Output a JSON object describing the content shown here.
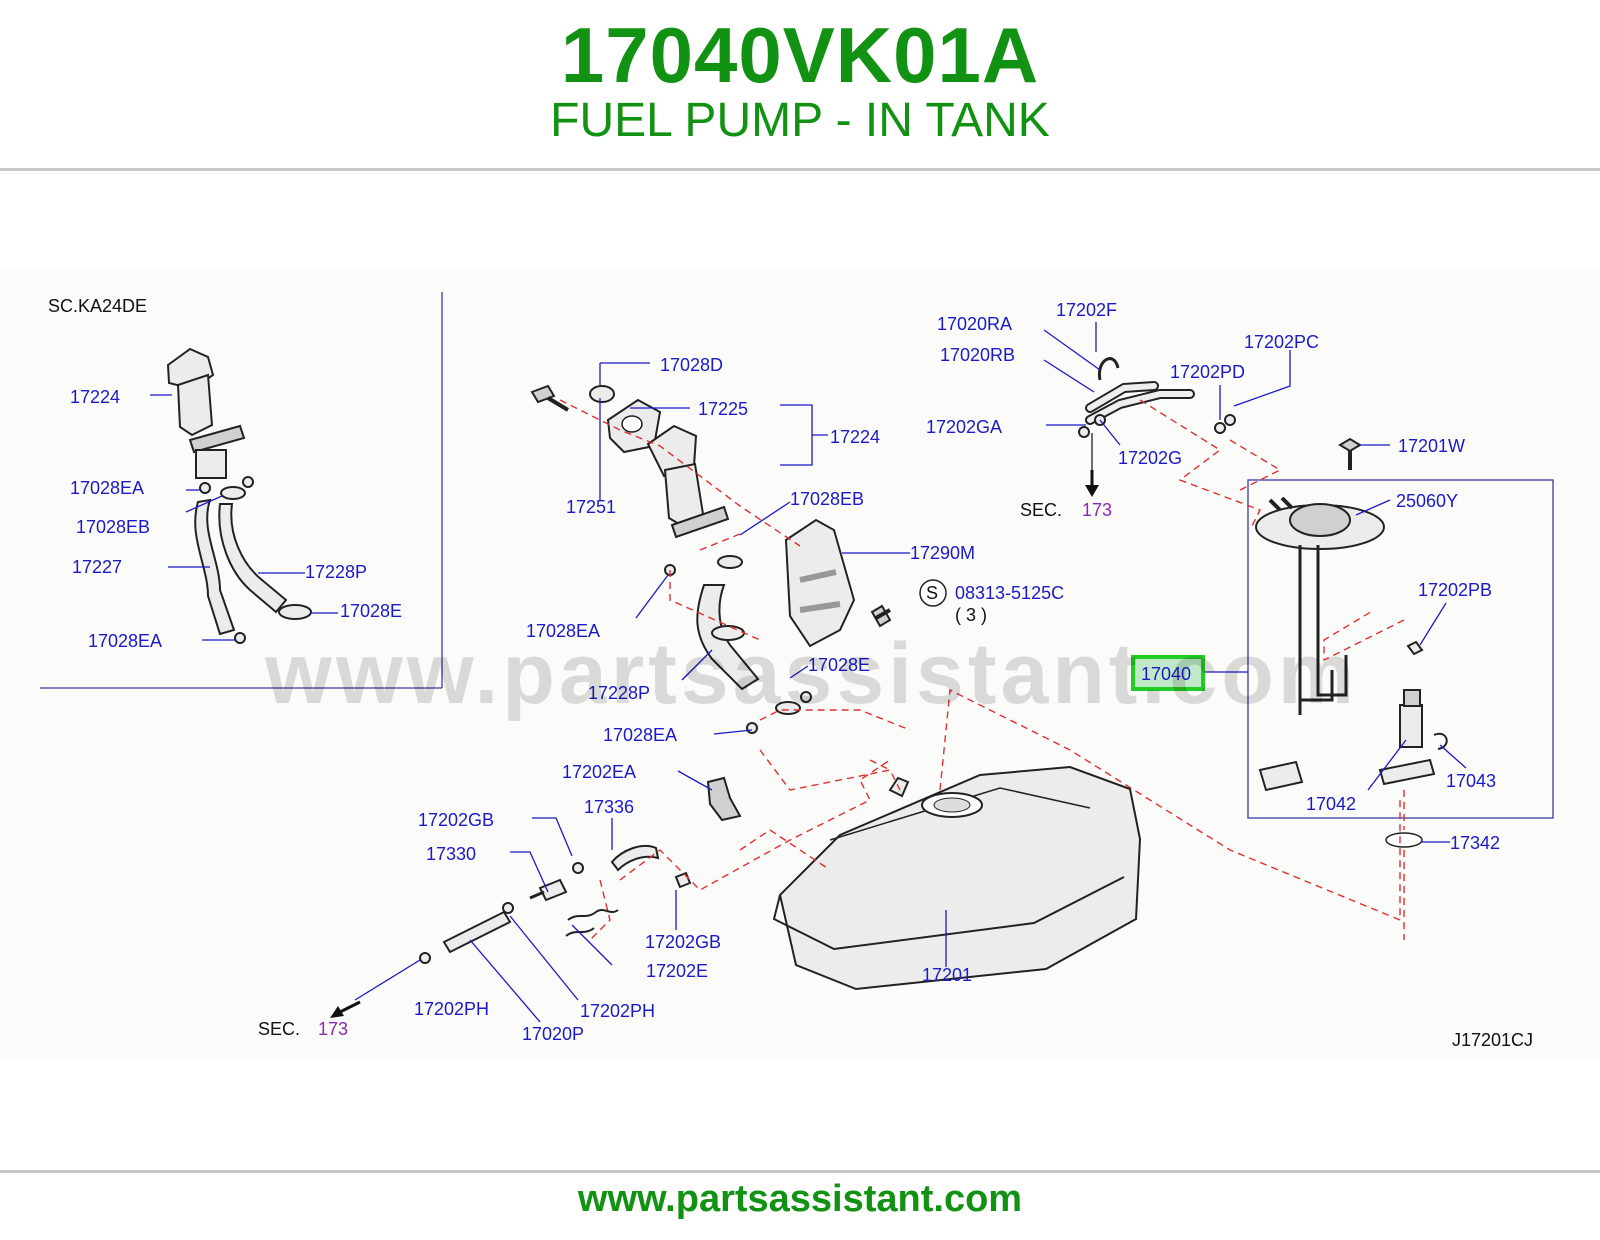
{
  "header": {
    "part_number": "17040VK01A",
    "part_name": "FUEL PUMP - IN TANK"
  },
  "watermark": "www.partsassistant.com",
  "footer": {
    "url": "www.partsassistant.com"
  },
  "diagram": {
    "inset_title": "SC.KA24DE",
    "drawing_code": "J17201CJ",
    "highlighted_part": "17040",
    "sec_label": "SEC.",
    "sec_number": "173",
    "s_symbol": "S",
    "bolt_part": "08313-5125C",
    "bolt_qty": "( 3 )",
    "inset_labels": {
      "p17224": "17224",
      "p17028EA_1": "17028EA",
      "p17028EB": "17028EB",
      "p17227": "17227",
      "p17228P": "17228P",
      "p17028E": "17028E",
      "p17028EA_2": "17028EA"
    },
    "labels": {
      "p17028D": "17028D",
      "p17225": "17225",
      "p17224": "17224",
      "p17251": "17251",
      "p17028EB": "17028EB",
      "p17290M": "17290M",
      "p17028EA_1": "17028EA",
      "p17228P": "17228P",
      "p17028E": "17028E",
      "p17028EA_2": "17028EA",
      "p17202EA": "17202EA",
      "p17336": "17336",
      "p17202GB_1": "17202GB",
      "p17330": "17330",
      "p17202GB_2": "17202GB",
      "p17202E": "17202E",
      "p17202PH_1": "17202PH",
      "p17202PH_2": "17202PH",
      "p17020P": "17020P",
      "p17201": "17201",
      "p17202F": "17202F",
      "p17020RA": "17020RA",
      "p17020RB": "17020RB",
      "p17202PC": "17202PC",
      "p17202PD": "17202PD",
      "p17202GA": "17202GA",
      "p17202G": "17202G",
      "p17201W": "17201W",
      "p25060Y": "25060Y",
      "p17202PB": "17202PB",
      "p17043": "17043",
      "p17042": "17042",
      "p17342": "17342"
    }
  },
  "colors": {
    "brand_green": "#129212",
    "label_blue": "#1a1ac8",
    "section_purple": "#8a2ab0",
    "dash_red": "#e03030",
    "highlight_green": "#22cc22"
  }
}
